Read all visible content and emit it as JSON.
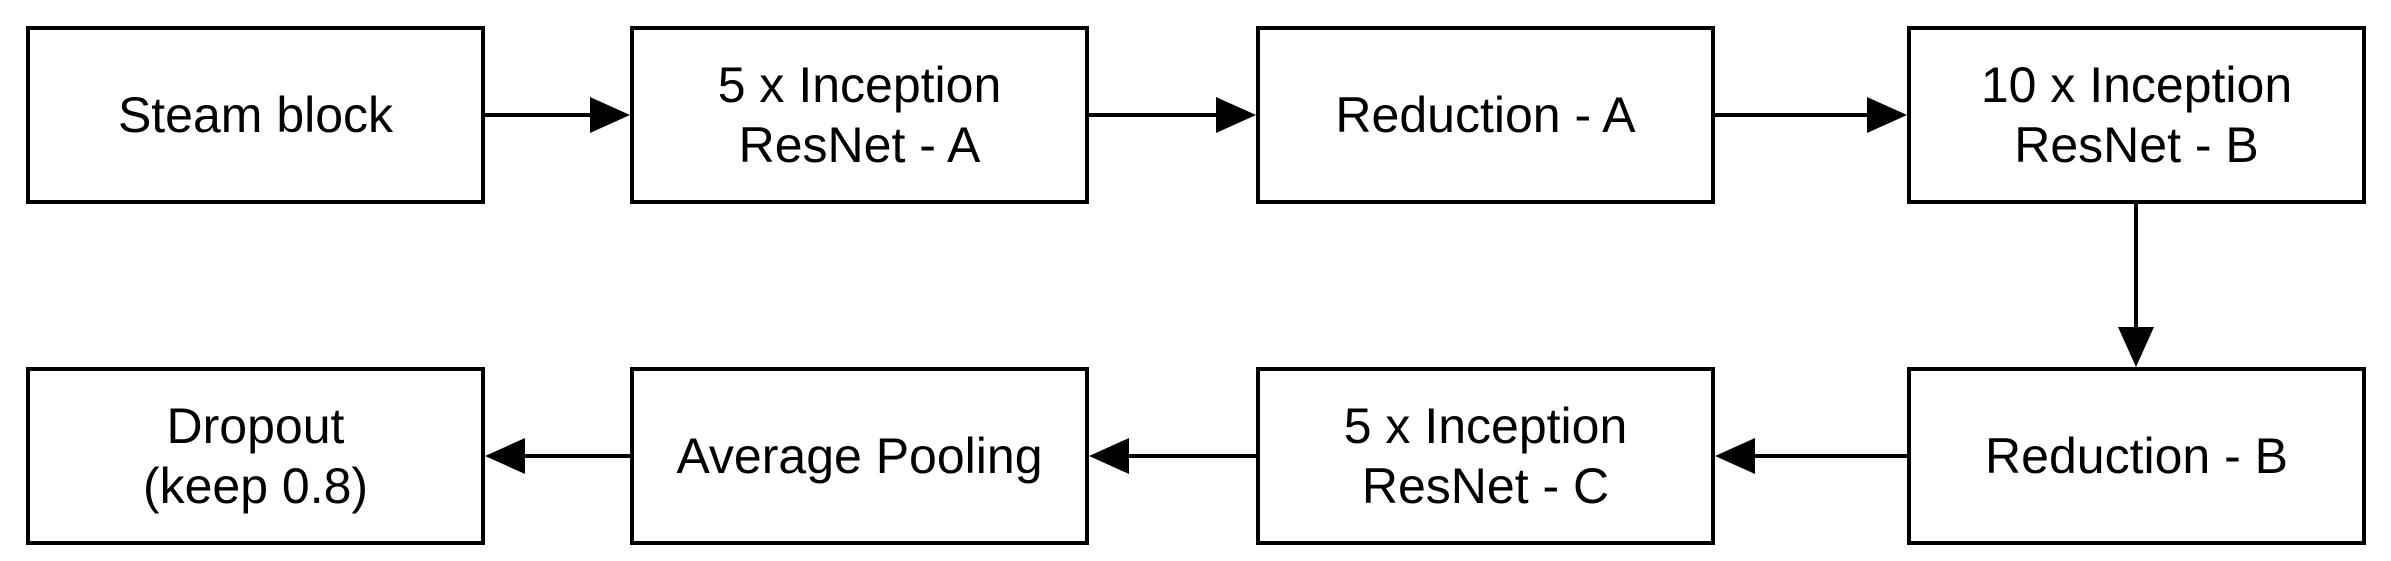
{
  "diagram": {
    "nodes": [
      {
        "id": "b1",
        "label": "Steam block"
      },
      {
        "id": "b2",
        "label": "5 x Inception\nResNet - A"
      },
      {
        "id": "b3",
        "label": "Reduction - A"
      },
      {
        "id": "b4",
        "label": "10 x Inception\nResNet - B"
      },
      {
        "id": "b5",
        "label": "Reduction - B"
      },
      {
        "id": "b6",
        "label": "5 x Inception\nResNet - C"
      },
      {
        "id": "b7",
        "label": "Average Pooling"
      },
      {
        "id": "b8",
        "label": "Dropout\n(keep 0.8)"
      }
    ],
    "edges": [
      {
        "from": "b1",
        "to": "b2"
      },
      {
        "from": "b2",
        "to": "b3"
      },
      {
        "from": "b3",
        "to": "b4"
      },
      {
        "from": "b4",
        "to": "b5"
      },
      {
        "from": "b5",
        "to": "b6"
      },
      {
        "from": "b6",
        "to": "b7"
      },
      {
        "from": "b7",
        "to": "b8"
      }
    ],
    "colors": {
      "stroke": "#000000",
      "fill": "#ffffff",
      "text": "#000000"
    }
  }
}
